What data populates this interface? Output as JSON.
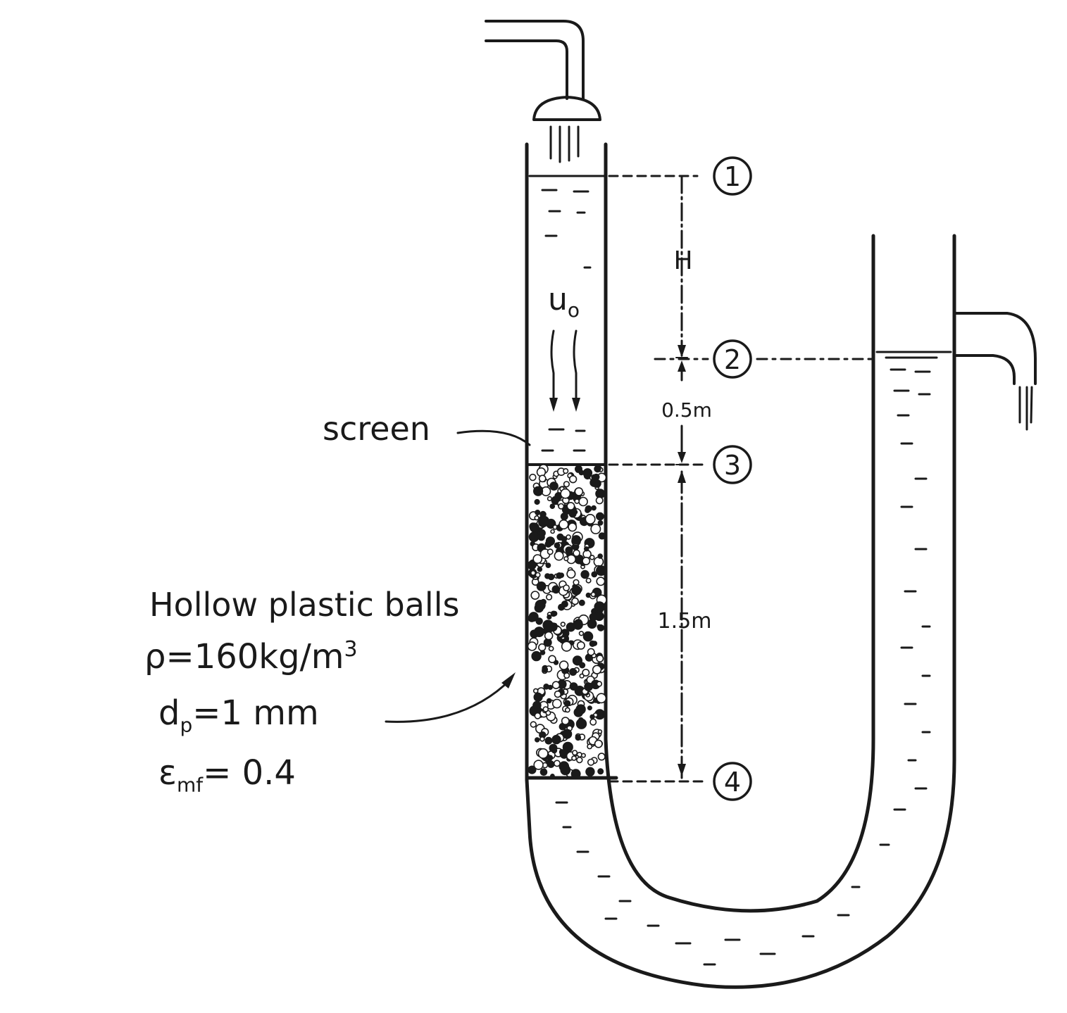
{
  "labels": {
    "screen": "screen",
    "velocity": "u",
    "velocity_sub": "o",
    "height_h": "H",
    "gap_upper": "0.5m",
    "bed_height": "1.5m",
    "points": [
      "1",
      "2",
      "3",
      "4"
    ]
  },
  "particles": {
    "title": "Hollow plastic balls",
    "density_symbol": "ρ",
    "density": "=160kg/m",
    "density_exp": "3",
    "diameter_symbol": "d",
    "diameter_sub": "p",
    "diameter": "=1 mm",
    "voidage_symbol": "ε",
    "voidage_sub": "mf",
    "voidage": "= 0.4"
  },
  "colors": {
    "ink": "#1a1a1a",
    "background": "#ffffff"
  }
}
